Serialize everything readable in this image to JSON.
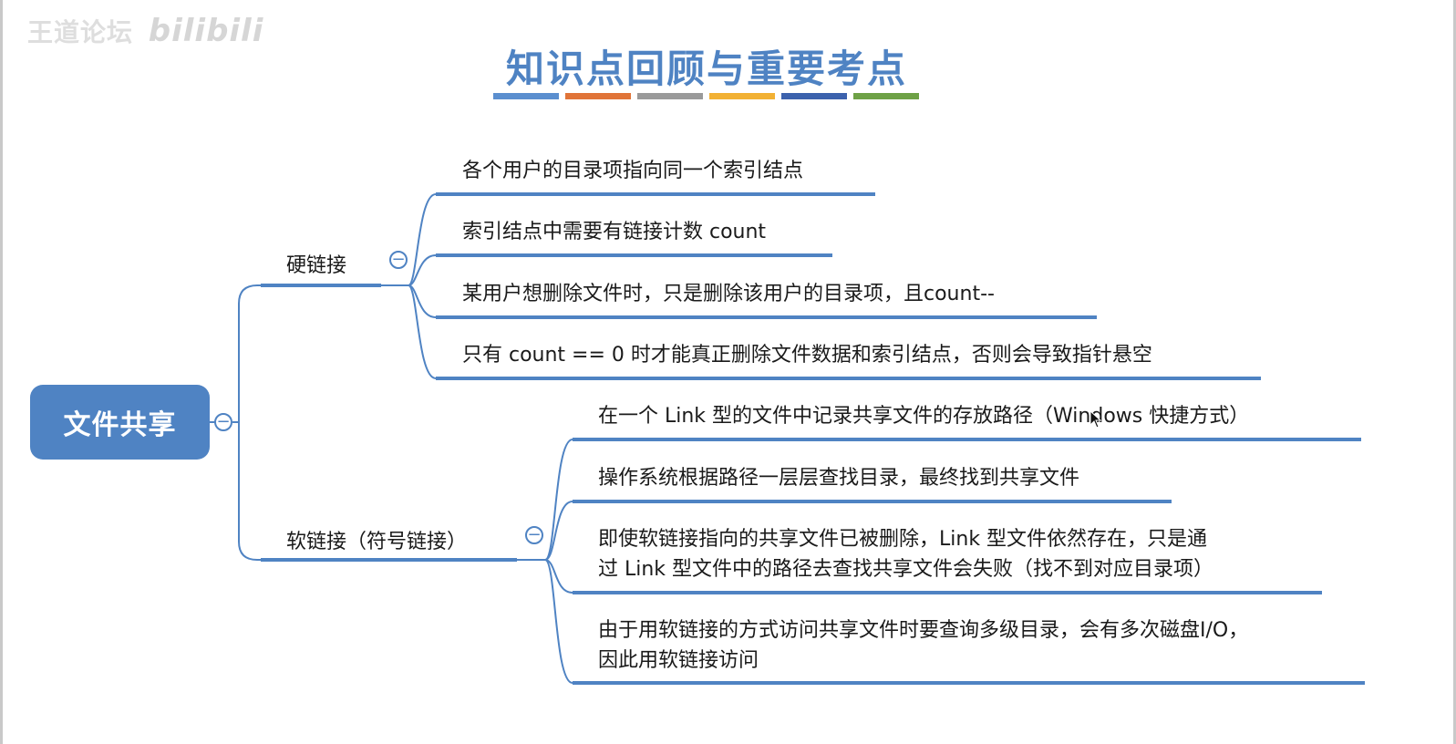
{
  "watermark": {
    "text": "王道论坛",
    "logo": "bilibili"
  },
  "title": "知识点回顾与重要考点",
  "title_bar_colors": [
    "#5b8fcf",
    "#e07438",
    "#9a9a9a",
    "#f2b134",
    "#3c62ad",
    "#6ea146"
  ],
  "root": {
    "label": "文件共享"
  },
  "hard_link": {
    "label": "硬链接",
    "items": [
      {
        "lines": [
          "各个用户的目录项指向同一个索引结点"
        ]
      },
      {
        "lines": [
          "索引结点中需要有链接计数 count"
        ]
      },
      {
        "lines": [
          "某用户想删除文件时，只是删除该用户的目录项，且count--"
        ]
      },
      {
        "lines": [
          "只有 count == 0 时才能真正删除文件数据和索引结点，否则会导致指针悬空"
        ]
      }
    ]
  },
  "soft_link": {
    "label": "软链接（符号链接）",
    "items": [
      {
        "lines": [
          "在一个 Link 型的文件中记录共享文件的存放路径（Windows 快捷方式）"
        ]
      },
      {
        "lines": [
          "操作系统根据路径一层层查找目录，最终找到共享文件"
        ]
      },
      {
        "lines": [
          "即使软链接指向的共享文件已被删除，Link 型文件依然存在，只是通",
          "过 Link 型文件中的路径去查找共享文件会失败（找不到对应目录项）"
        ]
      },
      {
        "lines": [
          "由于用软链接的方式访问共享文件时要查询多级目录，会有多次磁盘I/O，",
          "因此用软链接访问"
        ]
      }
    ]
  },
  "colors": {
    "accent": "#4f83c3"
  },
  "icons": {
    "collapse": "minus-circle-icon",
    "cursor": "mouse-pointer-icon"
  }
}
